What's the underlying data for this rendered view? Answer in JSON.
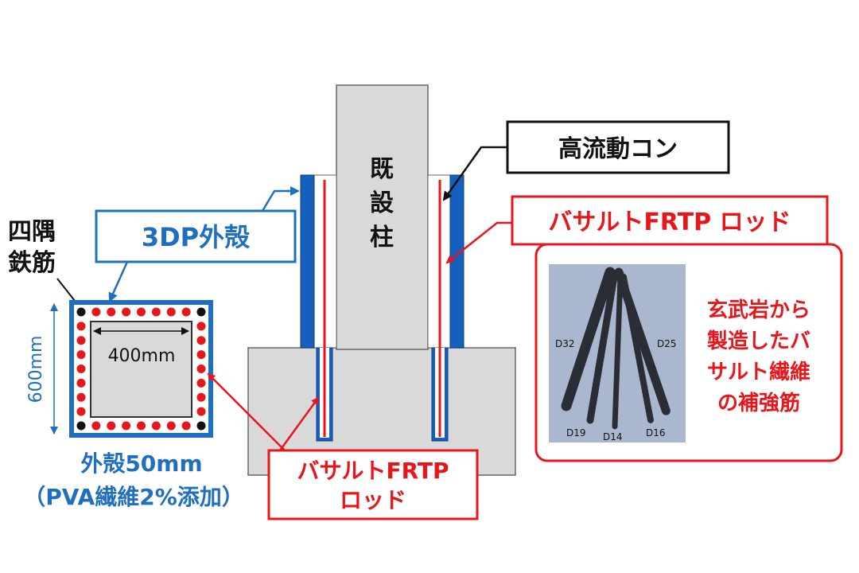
{
  "colors": {
    "blue": "#1f6fc0",
    "shell_blue": "#1560bd",
    "red": "#e8151b",
    "concrete": "#d9d9d9",
    "dark": "#111111",
    "photo_bg": "#a9b8cf"
  },
  "labels": {
    "existing_column": [
      "既",
      "設",
      "柱"
    ],
    "high_flow_concrete": "高流動コン",
    "shell_3dp": "3DP外殻",
    "corner_rebar": [
      "四隅",
      "鉄筋"
    ],
    "inner_dim": "400mm",
    "outer_dim": "600mm",
    "shell_thickness": "外殻50mm",
    "pva_note": "（PVA繊維2%添加）",
    "frtp_rod_top": "バサルトFRTP ロッド",
    "frtp_rod_bottom": [
      "バサルトFRTP",
      "ロッド"
    ],
    "basalt_note": [
      "玄武岩から",
      "製造したバ",
      "サルト繊維",
      "の補強筋"
    ]
  },
  "photo": {
    "rod_labels": [
      "D32",
      "D25",
      "D19",
      "D14",
      "D16"
    ]
  }
}
